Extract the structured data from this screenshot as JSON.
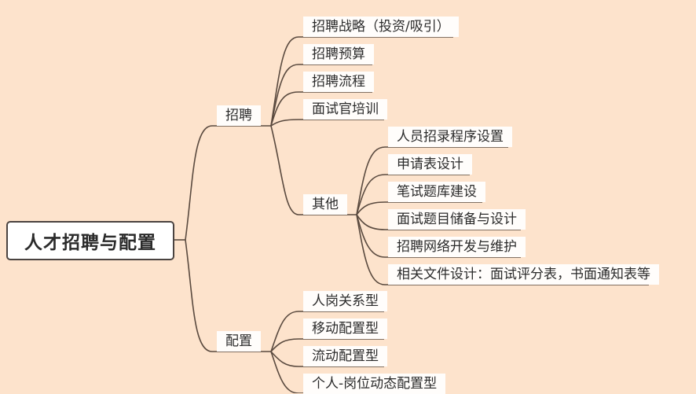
{
  "mindmap": {
    "root": {
      "label": "人才招聘与配置"
    },
    "branches": [
      {
        "label": "招聘",
        "children": [
          "招聘战略（投资/吸引）",
          "招聘预算",
          "招聘流程",
          "面试官培训"
        ]
      },
      {
        "label": "其他",
        "parent": "招聘",
        "children": [
          "人员招录程序设置",
          "申请表设计",
          "笔试题库建设",
          "面试题目储备与设计",
          "招聘网络开发与维护",
          "相关文件设计：面试评分表，书面通知表等"
        ]
      },
      {
        "label": "配置",
        "children": [
          "人岗关系型",
          "移动配置型",
          "流动配置型",
          "个人-岗位动态配置型"
        ]
      }
    ]
  },
  "colors": {
    "background": "#fde3cc",
    "line": "#5a4a3f",
    "node_fill": "#fffdfb",
    "root_border": "#4a4340"
  }
}
